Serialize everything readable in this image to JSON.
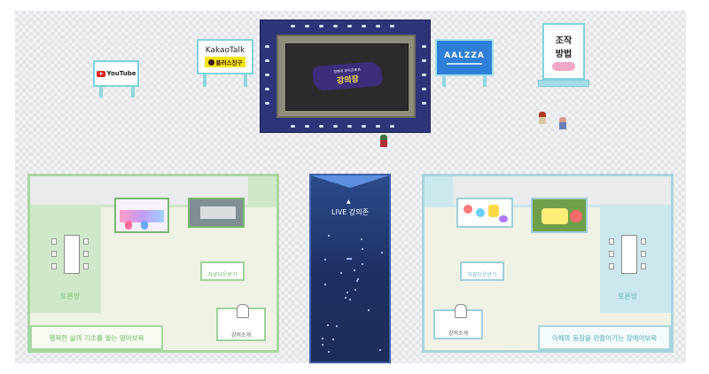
{
  "signs": {
    "youtube": "YouTube",
    "kakao_brand": "KakaoTalk",
    "kakao_sub": "플러스친구",
    "aalzza": "AALZZA",
    "controls_line1": "조작",
    "controls_line2": "방법"
  },
  "stage": {
    "screen_sub": "경북대 유아교육과",
    "screen_title": "강의장"
  },
  "live": {
    "label": "LIVE 강의존"
  },
  "left_room": {
    "discussion_label": "토론방",
    "data_booth": "자료다운받기",
    "lecturer_booth": "강의소개",
    "banner": "행복한 삶의 기초를 쌓는 영아보육"
  },
  "right_room": {
    "discussion_label": "토론방",
    "data_booth": "자료다운받기",
    "lecturer_booth": "강의소개",
    "banner": "이해와 동참을 만들어가는 장애아보육"
  },
  "colors": {
    "left_room": "#cfe8c9",
    "left_room_dark": "#9fd39a",
    "right_room": "#cbe8ee",
    "right_room_dark": "#9fcfdb",
    "stage": "#2d3579",
    "live_zone": "#1e2f62"
  }
}
